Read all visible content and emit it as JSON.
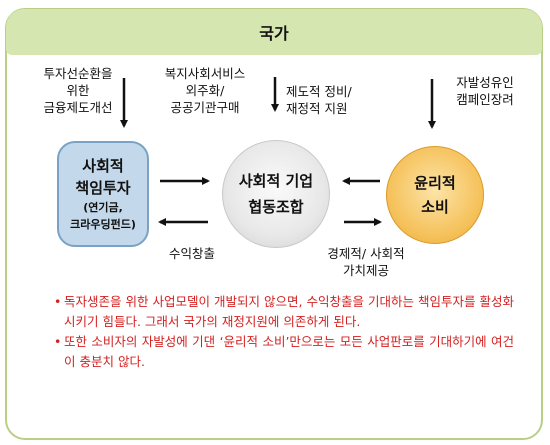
{
  "header": {
    "title": "국가"
  },
  "top_labels": [
    {
      "lines": [
        "투자선순환을",
        "위한",
        "금융제도개선"
      ]
    },
    {
      "lines": [
        "복지사회서비스",
        "외주화/",
        "공공기관구매"
      ]
    },
    {
      "lines": [
        "제도적 정비/",
        "재정적 지원"
      ]
    },
    {
      "lines": [
        "자발성유인",
        "캠페인장려"
      ]
    }
  ],
  "nodes": {
    "social_investment": {
      "line1": "사회적",
      "line2": "책임투자",
      "line3": "(연기금,",
      "line4": "크라우딩펀드)"
    },
    "social_enterprise": {
      "line1": "사회적 기업",
      "line2": "협동조합"
    },
    "ethical_consumption": {
      "line1": "윤리적",
      "line2": "소비"
    }
  },
  "flow_labels": {
    "profit": "수익창출",
    "value_lines": [
      "경제적/ 사회적",
      "가치제공"
    ]
  },
  "notes": [
    "독자생존을 위한 사업모델이 개발되지 않으면, 수익창출을 기대하는 책임투자를 활성화시키기 힘들다. 그래서 국가의 재정지원에 의존하게 된다.",
    "또한 소비자의 자발성에 기댄 ‘윤리적 소비’만으로는 모든 사업판로를 기대하기에 여건이 충분치 않다."
  ],
  "colors": {
    "header": "#d6e6b0",
    "frame_border": "#b9cf86",
    "investment_box": "#c3d8ea",
    "ethical_circle": "#f5c15a",
    "note_text": "#d42020"
  }
}
